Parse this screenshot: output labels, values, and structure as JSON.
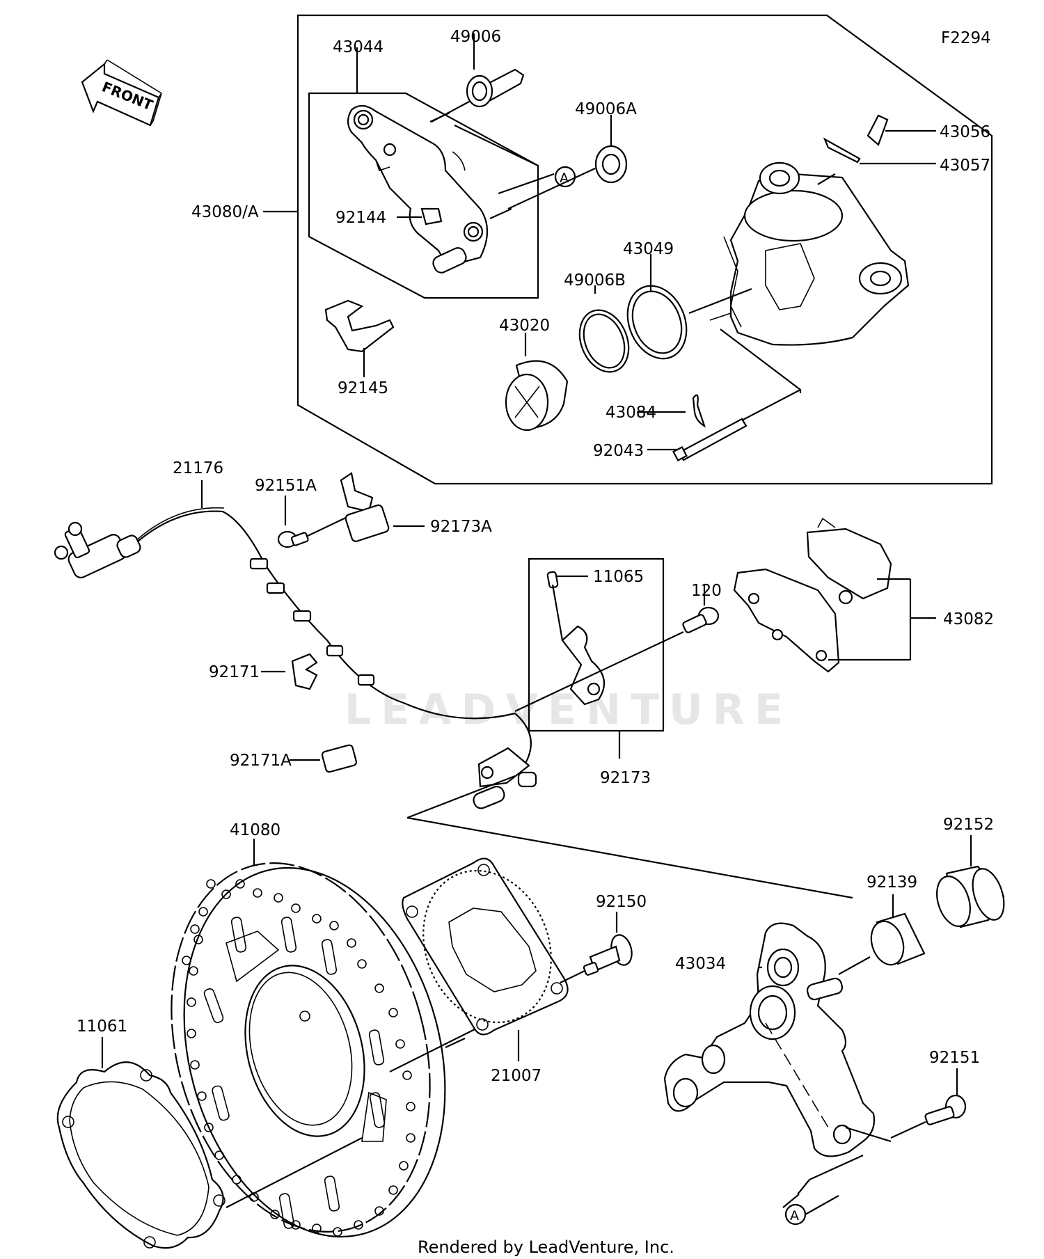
{
  "figure_code": "F2294",
  "front_label": "FRONT",
  "watermark": "LEADVENTURE",
  "footer": "Rendered by LeadVenture, Inc.",
  "callout_marker": "A",
  "labels": {
    "p43044": "43044",
    "p49006": "49006",
    "p49006A": "49006A",
    "p43056": "43056",
    "p43057": "43057",
    "p43080A": "43080/A",
    "p92144": "92144",
    "p43049": "43049",
    "p49006B": "49006B",
    "p43020": "43020",
    "p92145": "92145",
    "p43084": "43084",
    "p92043": "92043",
    "p21176": "21176",
    "p92151A": "92151A",
    "p92173A": "92173A",
    "p11065": "11065",
    "p120": "120",
    "p43082": "43082",
    "p92171": "92171",
    "p92171A": "92171A",
    "p92173": "92173",
    "p41080": "41080",
    "p92150": "92150",
    "p92152": "92152",
    "p92139": "92139",
    "p43034": "43034",
    "p11061": "11061",
    "p21007": "21007",
    "p92151": "92151"
  }
}
